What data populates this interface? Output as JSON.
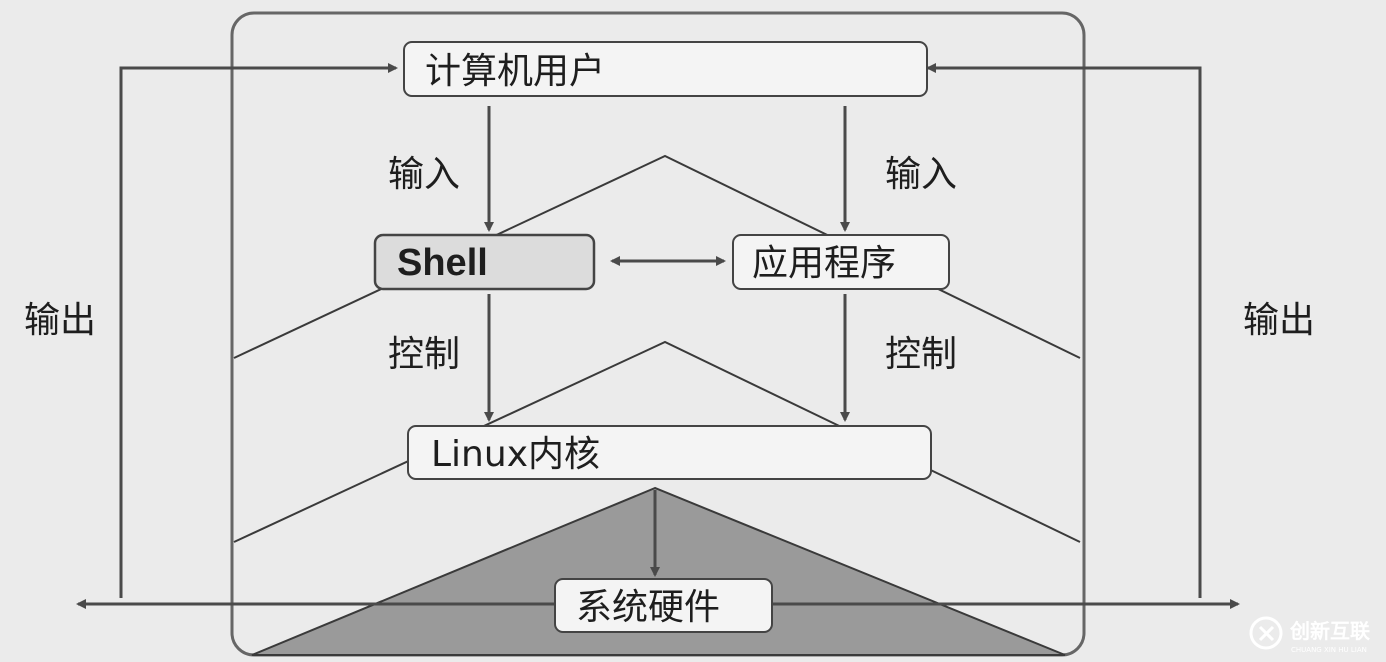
{
  "nodes": {
    "user": "计算机用户",
    "shell": "Shell",
    "app": "应用程序",
    "kernel": "Linux内核",
    "hardware": "系统硬件"
  },
  "labels": {
    "input_left": "输入",
    "input_right": "输入",
    "control_left": "控制",
    "control_right": "控制",
    "output_left": "输出",
    "output_right": "输出"
  },
  "watermark": {
    "name": "创新互联",
    "sub": "CHUANG XIN HU LIAN"
  },
  "colors": {
    "background": "#ebebeb",
    "hardware_triangle": "#9a9a9a",
    "box_fill": "#f4f4f4",
    "line": "#3a3a3a"
  }
}
